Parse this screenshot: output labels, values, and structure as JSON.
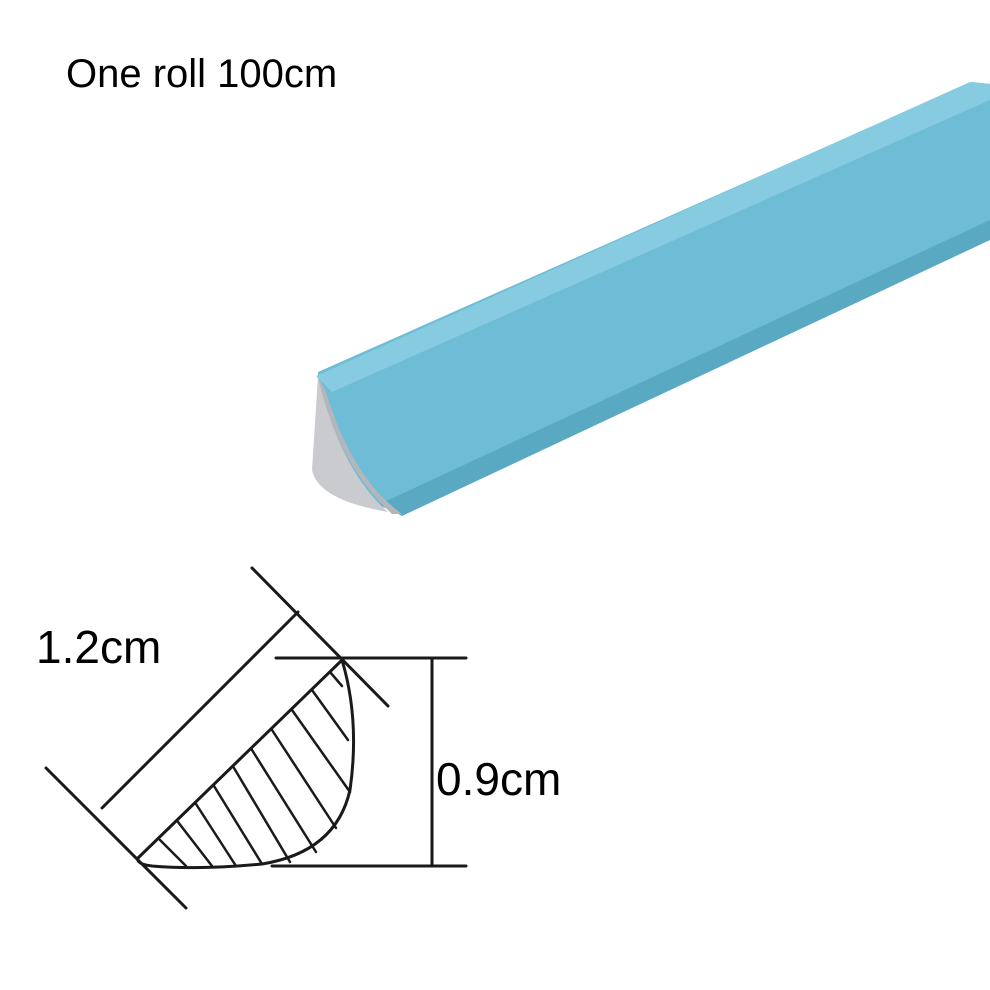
{
  "product": {
    "headline": "One roll 100cm",
    "strip_color": "#6ebcd6",
    "strip_highlight": "#8fd0e5",
    "strip_shadow": "#58a8c2",
    "end_cap_color": "#c9cbcf"
  },
  "diagram": {
    "width_label": "1.2cm",
    "height_label": "0.9cm",
    "line_color": "#1a1a1a"
  }
}
